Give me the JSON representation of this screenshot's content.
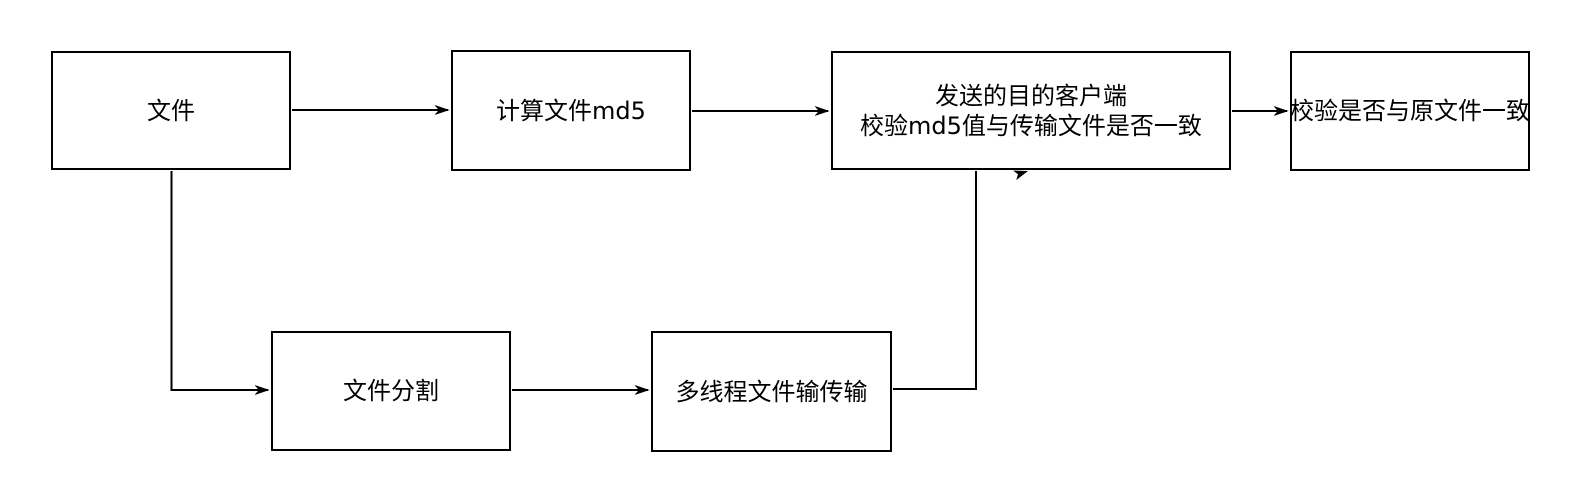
{
  "diagram": {
    "type": "flowchart",
    "colors": {
      "background": "#ffffff",
      "stroke": "#000000",
      "text": "#000000"
    },
    "nodes": [
      {
        "id": "file",
        "label": "文件"
      },
      {
        "id": "calc-md5",
        "label": "计算文件md5"
      },
      {
        "id": "dest-client-verify",
        "lines": [
          "发送的目的客户端",
          "校验md5值与传输文件是否一致"
        ]
      },
      {
        "id": "verify-original",
        "label": "校验是否与原文件一致"
      },
      {
        "id": "file-split",
        "label": "文件分割"
      },
      {
        "id": "multithread-transfer",
        "label": "多线程文件输传输"
      }
    ],
    "edges": [
      {
        "from": "file",
        "to": "calc-md5"
      },
      {
        "from": "calc-md5",
        "to": "dest-client-verify"
      },
      {
        "from": "dest-client-verify",
        "to": "verify-original"
      },
      {
        "from": "file",
        "to": "file-split"
      },
      {
        "from": "file-split",
        "to": "multithread-transfer"
      },
      {
        "from": "multithread-transfer",
        "to": "dest-client-verify"
      }
    ]
  }
}
